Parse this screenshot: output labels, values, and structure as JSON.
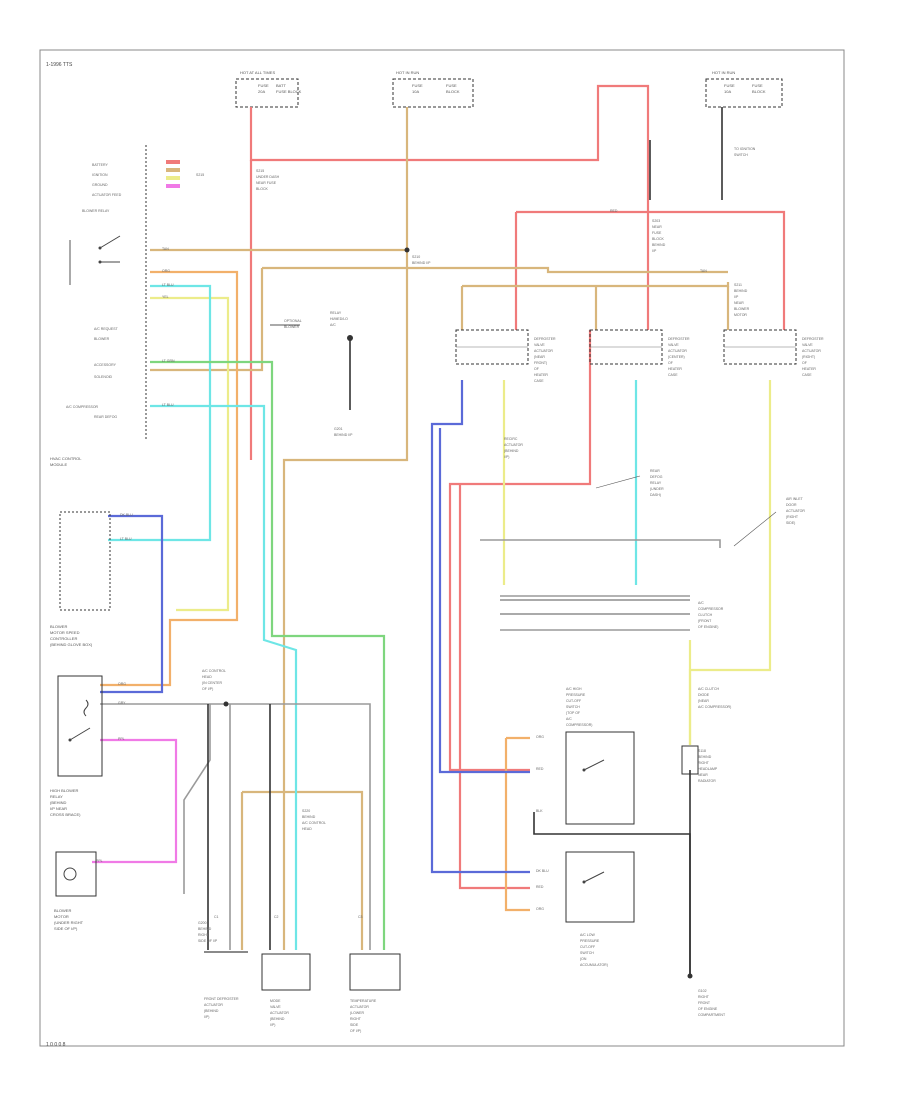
{
  "figure_id": "1-1996 TTS",
  "page_ref": "1 0 0 0 8",
  "colors": {
    "red": "#f07a7a",
    "tan": "#d8b67c",
    "yellow": "#ecec8a",
    "cyan": "#6ee6e6",
    "blue": "#5b6ad8",
    "green": "#7ed67e",
    "orange": "#f2b06a",
    "pink": "#f07ae6",
    "gray": "#9a9a9a",
    "black": "#333333"
  },
  "labels": {
    "fuse_left": [
      "HOT AT ALL TIMES",
      "FUSE",
      "20A",
      "BATT",
      "FUSE BLOCK"
    ],
    "fuse_mid": [
      "HOT IN RUN",
      "FUSE",
      "10A",
      "FUSE",
      "BLOCK"
    ],
    "fuse_right": [
      "HOT IN RUN",
      "FUSE",
      "10A",
      "FUSE",
      "BLOCK"
    ],
    "ignition_switch": [
      "TO IGNITION",
      "SWITCH"
    ],
    "splice_top": [
      "S215",
      "UNDER DASH",
      "NEAR FUSE",
      "BLOCK"
    ],
    "splice_right_top": [
      "S203",
      "NEAR",
      "FUSE",
      "BLOCK",
      "BEHIND",
      "I/P"
    ],
    "splice_tan": [
      "S210",
      "BEHIND I/P"
    ],
    "splice_right_tan": [
      "S211",
      "BEHIND",
      "I/P",
      "NEAR",
      "BLOWER",
      "MOTOR"
    ],
    "module_pins": [
      "BATTERY",
      "IGNITION",
      "GROUND",
      "ACTUATOR FEED",
      "BLOWER RELAY",
      "A/C REQUEST",
      "BLOWER",
      "ACCESSORY",
      "SOLENOID",
      "A/C COMPRESSOR",
      "REAR DEFOG"
    ],
    "relay_box": [
      "OPTIONAL",
      "BLOWER",
      "RELAY",
      "HI/MED/LO",
      "A/C"
    ],
    "control_module": [
      "HVAC CONTROL",
      "MODULE"
    ],
    "blower_motor_speed": [
      "BLOWER",
      "MOTOR SPEED",
      "CONTROLLER",
      "(BEHIND GLOVE BOX)"
    ],
    "blower_relay": [
      "HIGH BLOWER",
      "RELAY",
      "(BEHIND",
      "I/P NEAR",
      "CROSS BRACE)"
    ],
    "blower_motor": [
      "BLOWER",
      "MOTOR",
      "(UNDER RIGHT",
      "SIDE OF I/P)"
    ],
    "ground_bl": [
      "G201",
      "BEHIND I/P"
    ],
    "ground_center": [
      "G200",
      "BEHIND",
      "RIGHT",
      "SIDE OF I/P"
    ],
    "ac_control": [
      "A/C CONTROL",
      "HEAD",
      "(IN CENTER",
      "OF I/P)"
    ],
    "splice_ac": [
      "S220",
      "BEHIND",
      "A/C CONTROL",
      "HEAD"
    ],
    "conn_row": [
      "C1",
      "C2",
      "C3"
    ],
    "bottom_left": [
      "FRONT DEFROSTER",
      "ACTUATOR",
      "(BEHIND",
      "I/P)"
    ],
    "bottom_center": [
      "MODE",
      "VALVE",
      "ACTUATOR",
      "(BEHIND",
      "I/P)"
    ],
    "bottom_right": [
      "TEMPERATURE",
      "ACTUATOR",
      "(LOWER",
      "RIGHT",
      "SIDE",
      "OF I/P)"
    ],
    "right_mid_1": [
      "RECIRC",
      "ACTUATOR",
      "(BEHIND",
      "I/P)"
    ],
    "right_mid_2": [
      "REAR",
      "DEFOG",
      "RELAY",
      "(UNDER",
      "DASH)"
    ],
    "right_mid_3": [
      "AIR INLET",
      "DOOR",
      "ACTUATOR",
      "(RIGHT",
      "SIDE)"
    ],
    "right_actuators": [
      [
        "DEFROSTER",
        "VALVE",
        "ACTUATOR",
        "(NEAR",
        "FRONT)",
        "OF",
        "HEATER",
        "CASE"
      ],
      [
        "DEFROSTER",
        "VALVE",
        "ACTUATOR",
        "(CENTER)",
        "OF",
        "HEATER",
        "CASE"
      ],
      [
        "DEFROSTER",
        "VALVE",
        "ACTUATOR",
        "(RIGHT)",
        "OF",
        "HEATER",
        "CASE"
      ]
    ],
    "compressor_block": [
      "A/C",
      "COMPRESSOR",
      "CLUTCH",
      "(FRONT",
      "OF ENGINE)"
    ],
    "compressor_diode": [
      "A/C CLUTCH",
      "DIODE",
      "(NEAR",
      "A/C COMPRESSOR)"
    ],
    "splice_bottom_right": [
      "S118",
      "BEHIND",
      "RIGHT",
      "HEADLAMP",
      "NEAR",
      "RADIATOR"
    ],
    "ground_bottom_right": [
      "G102",
      "RIGHT",
      "FRONT",
      "OF ENGINE",
      "COMPARTMENT"
    ],
    "pressure_switch_1": [
      "A/C HIGH",
      "PRESSURE",
      "CUT-OFF",
      "SWITCH",
      "(TOP OF",
      "A/C",
      "COMPRESSOR)"
    ],
    "pressure_switch_2": [
      "A/C LOW",
      "PRESSURE",
      "CUT-OFF",
      "SWITCH",
      "(ON",
      "ACCUMULATOR)"
    ],
    "wire_tags": {
      "red": "RED",
      "tan": "TAN",
      "yellow": "YEL",
      "cyan": "LT BLU",
      "blue": "DK BLU",
      "green": "LT GRN",
      "orange": "ORG",
      "pink": "PPL",
      "gray": "GRY",
      "black": "BLK"
    }
  }
}
